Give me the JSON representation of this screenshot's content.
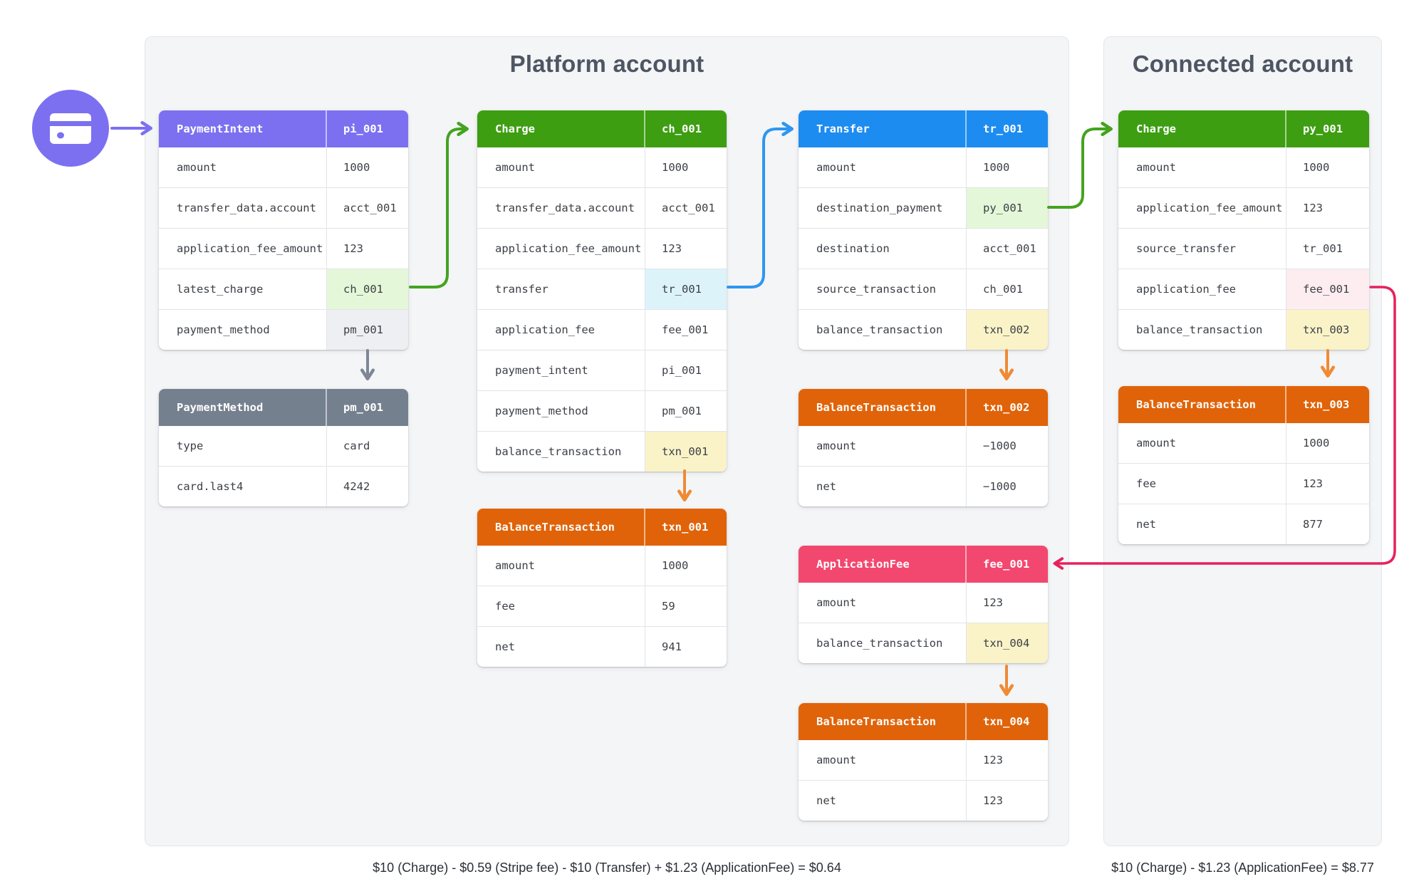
{
  "panels": {
    "platform": {
      "title": "Platform account",
      "caption": "$10 (Charge) - $0.59 (Stripe fee) - $10 (Transfer) + $1.23 (ApplicationFee) = $0.64"
    },
    "connected": {
      "title": "Connected account",
      "caption": "$10 (Charge) - $1.23 (ApplicationFee) = $8.77"
    }
  },
  "icons": {
    "payment_source": "credit-card-icon"
  },
  "colors": {
    "purple": "#7c70f1",
    "green": "#3d9e12",
    "blue": "#1d8cf1",
    "orange": "#e06309",
    "pink": "#f2476f",
    "gray": "#75808e",
    "arrow_orange": "#f08a33",
    "arrow_crimson": "#e6215c",
    "arrow_green": "#44a31f",
    "arrow_blue": "#2e96f0",
    "arrow_gray": "#7d8795",
    "highlight_green": "#e4f7d8",
    "highlight_blue": "#dcf3fa",
    "highlight_yellow": "#faf3c8",
    "highlight_pink": "#fdedf0",
    "highlight_gray": "#edeff2",
    "panel_bg": "#f4f5f7"
  },
  "tables": {
    "payment_intent": {
      "title": "PaymentIntent",
      "id": "pi_001",
      "rows": [
        {
          "key": "amount",
          "value": "1000"
        },
        {
          "key": "transfer_data.account",
          "value": "acct_001"
        },
        {
          "key": "application_fee_amount",
          "value": "123"
        },
        {
          "key": "latest_charge",
          "value": "ch_001"
        },
        {
          "key": "payment_method",
          "value": "pm_001"
        }
      ]
    },
    "payment_method": {
      "title": "PaymentMethod",
      "id": "pm_001",
      "rows": [
        {
          "key": "type",
          "value": "card"
        },
        {
          "key": "card.last4",
          "value": "4242"
        }
      ]
    },
    "charge": {
      "title": "Charge",
      "id": "ch_001",
      "rows": [
        {
          "key": "amount",
          "value": "1000"
        },
        {
          "key": "transfer_data.account",
          "value": "acct_001"
        },
        {
          "key": "application_fee_amount",
          "value": "123"
        },
        {
          "key": "transfer",
          "value": "tr_001"
        },
        {
          "key": "application_fee",
          "value": "fee_001"
        },
        {
          "key": "payment_intent",
          "value": "pi_001"
        },
        {
          "key": "payment_method",
          "value": "pm_001"
        },
        {
          "key": "balance_transaction",
          "value": "txn_001"
        }
      ]
    },
    "balance_txn_001": {
      "title": "BalanceTransaction",
      "id": "txn_001",
      "rows": [
        {
          "key": "amount",
          "value": "1000"
        },
        {
          "key": "fee",
          "value": "59"
        },
        {
          "key": "net",
          "value": "941"
        }
      ]
    },
    "transfer": {
      "title": "Transfer",
      "id": "tr_001",
      "rows": [
        {
          "key": "amount",
          "value": "1000"
        },
        {
          "key": "destination_payment",
          "value": "py_001"
        },
        {
          "key": "destination",
          "value": "acct_001"
        },
        {
          "key": "source_transaction",
          "value": "ch_001"
        },
        {
          "key": "balance_transaction",
          "value": "txn_002"
        }
      ]
    },
    "balance_txn_002": {
      "title": "BalanceTransaction",
      "id": "txn_002",
      "rows": [
        {
          "key": "amount",
          "value": "−1000"
        },
        {
          "key": "net",
          "value": "−1000"
        }
      ]
    },
    "application_fee": {
      "title": "ApplicationFee",
      "id": "fee_001",
      "rows": [
        {
          "key": "amount",
          "value": "123"
        },
        {
          "key": "balance_transaction",
          "value": "txn_004"
        }
      ]
    },
    "balance_txn_004": {
      "title": "BalanceTransaction",
      "id": "txn_004",
      "rows": [
        {
          "key": "amount",
          "value": "123"
        },
        {
          "key": "net",
          "value": "123"
        }
      ]
    },
    "charge_connected": {
      "title": "Charge",
      "id": "py_001",
      "rows": [
        {
          "key": "amount",
          "value": "1000"
        },
        {
          "key": "application_fee_amount",
          "value": "123"
        },
        {
          "key": "source_transfer",
          "value": "tr_001"
        },
        {
          "key": "application_fee",
          "value": "fee_001"
        },
        {
          "key": "balance_transaction",
          "value": "txn_003"
        }
      ]
    },
    "balance_txn_003": {
      "title": "BalanceTransaction",
      "id": "txn_003",
      "rows": [
        {
          "key": "amount",
          "value": "1000"
        },
        {
          "key": "fee",
          "value": "123"
        },
        {
          "key": "net",
          "value": "877"
        }
      ]
    }
  }
}
